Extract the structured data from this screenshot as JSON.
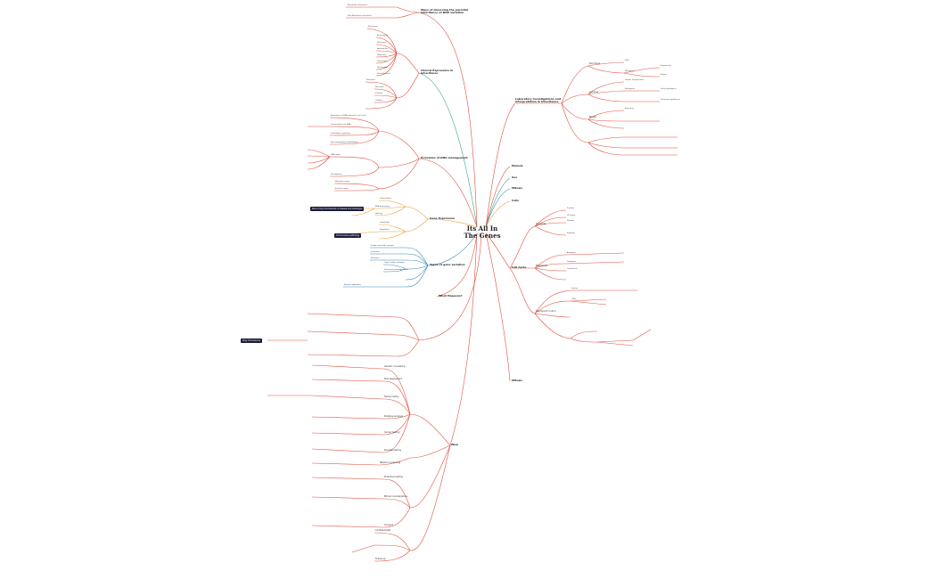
{
  "central": "Its All In The Genes",
  "colors": {
    "red": "#e0513f",
    "green": "#3aa67a",
    "orange": "#ef9a3a",
    "blue": "#3a86b8",
    "badge": "#1d1d3b"
  },
  "topics": {
    "t1": "Ways of observing the parental inheritance of DNA variation",
    "t2": "Clinical Expression in Inheritance",
    "t3": "Principles of DNA management",
    "t4": "Gene Expression",
    "t5": "Types of gene variation",
    "t6": "Laboratory investigations and interpretation in Inheritance",
    "t7": "Meiosis",
    "t8": "Sex",
    "t9": "Mitosis",
    "t10": "Cells",
    "t11": "Cell Cycle",
    "t12": "Mitosis",
    "t13": "What Happens?",
    "t14": "Wise"
  },
  "badges": {
    "b1": "Role of ring chromosome in disease and phenotype",
    "b2": "Chromosome pathology",
    "b3": "Ring chromosome"
  },
  "leaves": {
    "a1": "Mendelian inheritance",
    "a2": "Non-Mendelian inheritance",
    "c1": "Penetrance",
    "c2": "Expressivity",
    "c3": "Pleiotropy",
    "c4": "Anticipation",
    "c5": "Mosaicism",
    "c6": "Imprinting",
    "c7": "Sex-limited",
    "c8": "Sex-influenced",
    "c9": "Dominant",
    "c10": "Recessive",
    "c11": "X-linked",
    "c12": "Y-linked",
    "d1": "Replication of DNA during the cell cycle",
    "d2": "Transcription into RNA",
    "d3": "Translation to proteins",
    "d4": "Post-translational modification",
    "d5": "DNA repair",
    "d6": "Checkpoints",
    "d7": "Mismatch repair",
    "d8": "Excision repair",
    "e1": "Transcription",
    "e2": "RNA processing",
    "e3": "Splicing",
    "e4": "Translation",
    "e5": "Regulation",
    "f1": "Single nucleotide variants",
    "f2": "Insertions",
    "f3": "Deletions",
    "f4": "Copy number variation",
    "f5": "Structural rearrangements",
    "f6": "Repeat expansions",
    "g1": "Karyotype",
    "g2": "FISH",
    "g3": "Microarray",
    "g4": "Sequencing",
    "g5": "Exome",
    "g6": "Genome",
    "g7": "Variant interpretation",
    "g8": "Pathogenic",
    "g9": "Likely pathogenic",
    "g10": "Uncertain significance",
    "g11": "Benign",
    "g12": "Reporting",
    "h1": "G1 phase",
    "h2": "S phase",
    "h3": "G2 phase",
    "h4": "M phase",
    "h5": "Prophase",
    "h6": "Metaphase",
    "h7": "Anaphase",
    "h8": "Telophase",
    "h9": "Cytokinesis",
    "h10": "Checkpoint control",
    "h11": "Cyclins",
    "h12": "CDKs",
    "w1": "Genetic counselling",
    "w2": "Risk assessment",
    "w3": "Family history",
    "w4": "Pedigree analysis",
    "w5": "Carrier testing",
    "w6": "Prenatal testing",
    "w7": "Newborn screening",
    "w8": "Predictive testing",
    "w9": "Ethical considerations",
    "w10": "Consent",
    "w11": "Confidentiality",
    "w12": "Follow-up"
  }
}
